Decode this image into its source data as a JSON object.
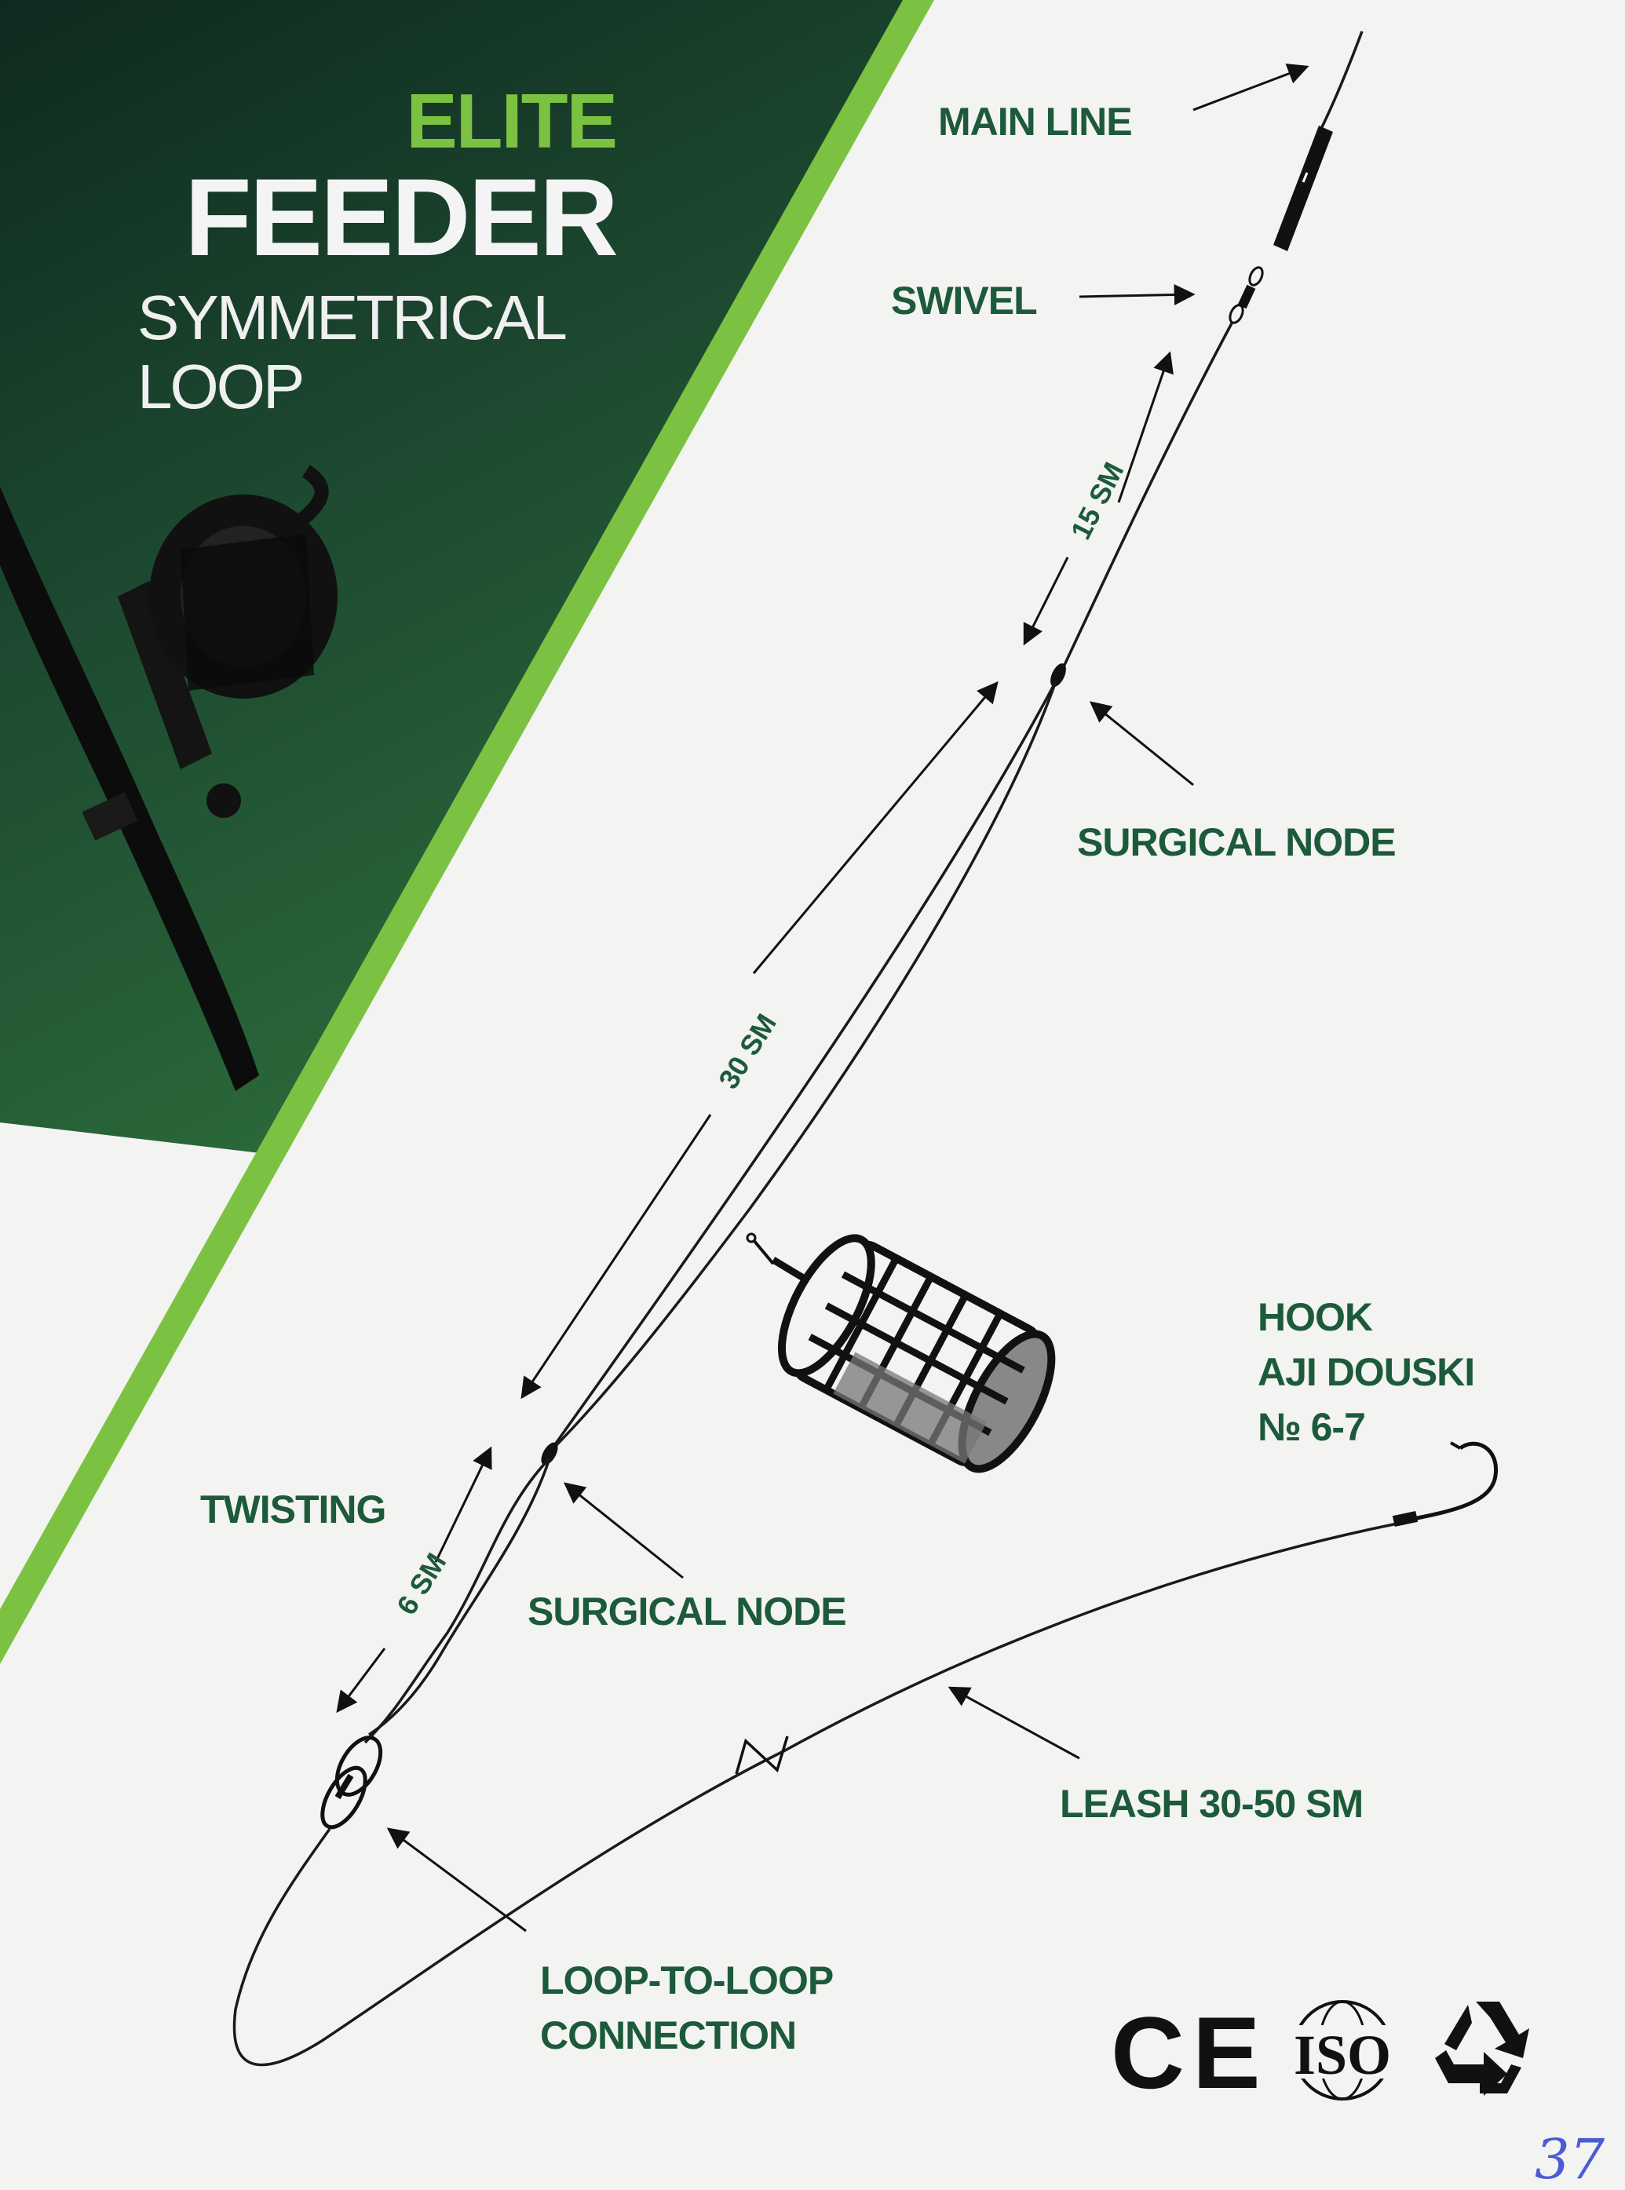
{
  "brand": {
    "elite": "ELITE",
    "feeder": "FEEDER",
    "subtitle_1": "SYMMETRICAL",
    "subtitle_2": "LOOP"
  },
  "labels": {
    "main_line": "MAIN LINE",
    "swivel": "SWIVEL",
    "surgical_node_top": "SURGICAL NODE",
    "surgical_node_bottom": "SURGICAL NODE",
    "twisting": "TWISTING",
    "hook_1": "HOOK",
    "hook_2": "AJI DOUSKI",
    "hook_3": "№ 6-7",
    "leash": "LEASH 30-50 SM",
    "loop_1": "LOOP-TO-LOOP",
    "loop_2": "CONNECTION"
  },
  "dimensions": {
    "d15": "15 SM",
    "d30": "30 SM",
    "d6": "6 SM"
  },
  "marks": {
    "ce": "CE",
    "iso": "ISO",
    "handwritten": "37"
  },
  "colors": {
    "dark_green": "#17352a",
    "brand_green": "#7cc242",
    "label_green": "#1c5a3a",
    "paper": "#f3f3f1"
  }
}
